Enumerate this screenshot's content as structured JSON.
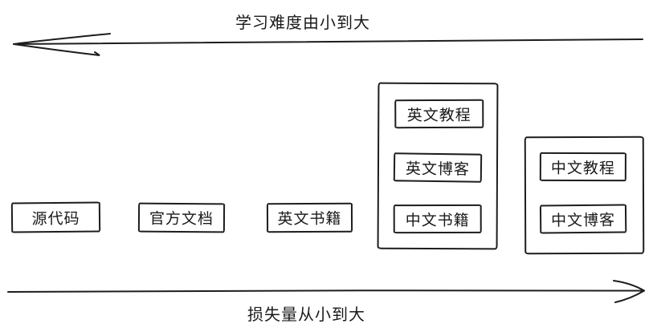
{
  "colors": {
    "stroke": "#1d1d1d",
    "background": "#ffffff",
    "text": "#1a1a1a"
  },
  "axes": {
    "top": {
      "label": "学习难度由小到大",
      "direction": "left"
    },
    "bottom": {
      "label": "损失量从小到大",
      "direction": "right"
    }
  },
  "boxes": [
    "源代码",
    "官方文档",
    "英文书籍"
  ],
  "groups": [
    {
      "boxes": [
        "英文教程",
        "英文博客",
        "中文书籍"
      ]
    },
    {
      "boxes": [
        "中文教程",
        "中文博客"
      ]
    }
  ]
}
